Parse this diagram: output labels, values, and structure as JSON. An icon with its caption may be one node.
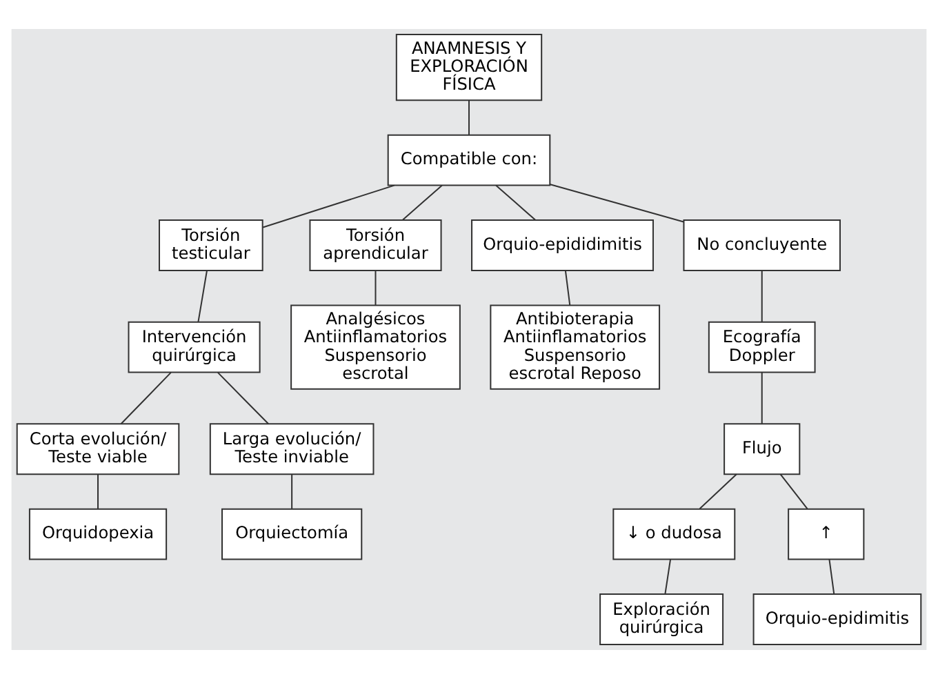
{
  "diagram": {
    "nodes": [
      {
        "text": [
          "ANAMNESIS Y EXPLORACIÓN FÍSICA"
        ]
      },
      {
        "text": [
          "Compatible con:"
        ]
      },
      {
        "text": [
          "Torsión testicular"
        ]
      },
      {
        "text": [
          "Torsión aprendicular"
        ]
      },
      {
        "text": [
          "Orquio-epididimitis"
        ]
      },
      {
        "text": [
          "No concluyente"
        ]
      },
      {
        "text": [
          "Intervención quirúrgica"
        ]
      },
      {
        "text": [
          "Analgésicos Antiinflamatorios Suspensorio escrotal"
        ]
      },
      {
        "text": [
          "Antibioterapia Antiinflamatorios Suspensorio escrotal Reposo"
        ]
      },
      {
        "text": [
          "Ecografía Doppler"
        ]
      },
      {
        "text": [
          "Flujo"
        ]
      },
      {
        "text": [
          "Corta evolución/ Teste viable"
        ]
      },
      {
        "text": [
          "Larga evolución/ Teste inviable"
        ]
      },
      {
        "text": [
          "↓ o dudosa"
        ]
      },
      {
        "text": [
          "↑"
        ]
      },
      {
        "text": [
          "Orquidopexia"
        ]
      },
      {
        "text": [
          "Orquiectomía"
        ]
      },
      {
        "text": [
          "Exploración quirúrgica"
        ]
      },
      {
        "text": [
          "Orquio-epidimitis"
        ]
      }
    ],
    "edges": [
      {
        "from": 0,
        "to": 1,
        "arrow": "none"
      },
      {
        "from": 1,
        "to": 2,
        "arrow": "none"
      },
      {
        "from": 1,
        "to": 3,
        "arrow": "none"
      },
      {
        "from": 1,
        "to": 4,
        "arrow": "none"
      },
      {
        "from": 1,
        "to": 5,
        "arrow": "none"
      },
      {
        "from": 2,
        "to": 6,
        "arrow": "none"
      },
      {
        "from": 3,
        "to": 7,
        "arrow": "none"
      },
      {
        "from": 4,
        "to": 8,
        "arrow": "none"
      },
      {
        "from": 5,
        "to": 9,
        "arrow": "none"
      },
      {
        "from": 9,
        "to": 10,
        "arrow": "none"
      },
      {
        "from": 6,
        "to": 11,
        "arrow": "none"
      },
      {
        "from": 6,
        "to": 12,
        "arrow": "none"
      },
      {
        "from": 10,
        "to": 13,
        "arrow": "none"
      },
      {
        "from": 10,
        "to": 14,
        "arrow": "none"
      },
      {
        "from": 11,
        "to": 15,
        "arrow": "none"
      },
      {
        "from": 12,
        "to": 16,
        "arrow": "none"
      },
      {
        "from": 13,
        "to": 17,
        "arrow": "none"
      },
      {
        "from": 14,
        "to": 18,
        "arrow": "none"
      }
    ]
  }
}
